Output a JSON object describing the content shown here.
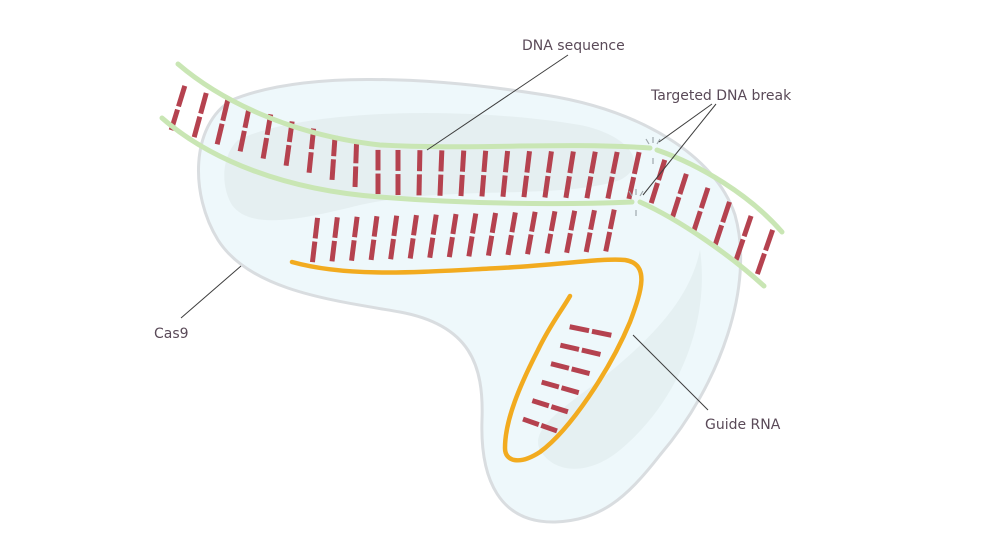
{
  "labels": {
    "dna_sequence": "DNA sequence",
    "targeted_break": "Targeted DNA break",
    "cas9": "Cas9",
    "guide_rna": "Guide RNA"
  },
  "colors": {
    "cas9_fill": "#eef8fb",
    "cas9_outline": "#d9dde0",
    "dna_backbone": "#c9e6b4",
    "base_pairs": "#b5424f",
    "guide_rna": "#f2ab1f",
    "break_mark": "#9fa8ad"
  }
}
